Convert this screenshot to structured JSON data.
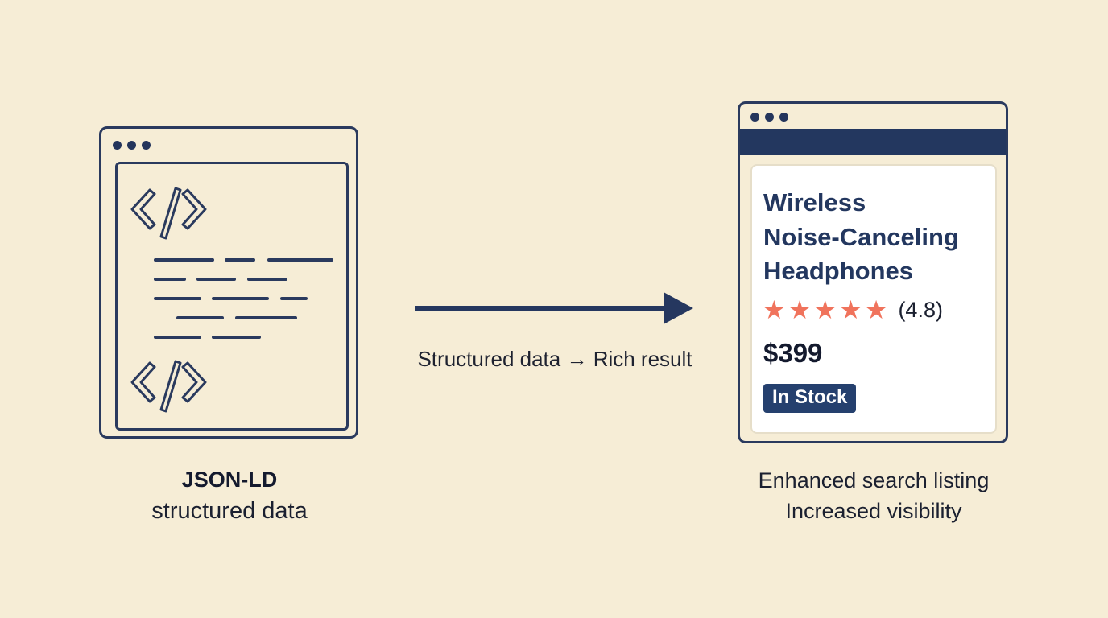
{
  "left_panel": {
    "label_title": "JSON-LD",
    "label_subtitle": "structured data",
    "icon": "code-tag-icon"
  },
  "connector": {
    "caption": "Structured data → Rich result",
    "icon": "arrow-right-icon"
  },
  "right_panel": {
    "product": {
      "title_lines": [
        "Wireless",
        "Noise-Canceling",
        "Headphones"
      ],
      "stars": 5,
      "rating": "(4.8)",
      "price": "$399",
      "badge": "In Stock"
    },
    "caption_lines": [
      "Enhanced search listing",
      "Increased visibility"
    ]
  },
  "colors": {
    "background": "#f6edd6",
    "navy": "#23375f",
    "star": "#f0735c",
    "card": "#ffffff"
  }
}
